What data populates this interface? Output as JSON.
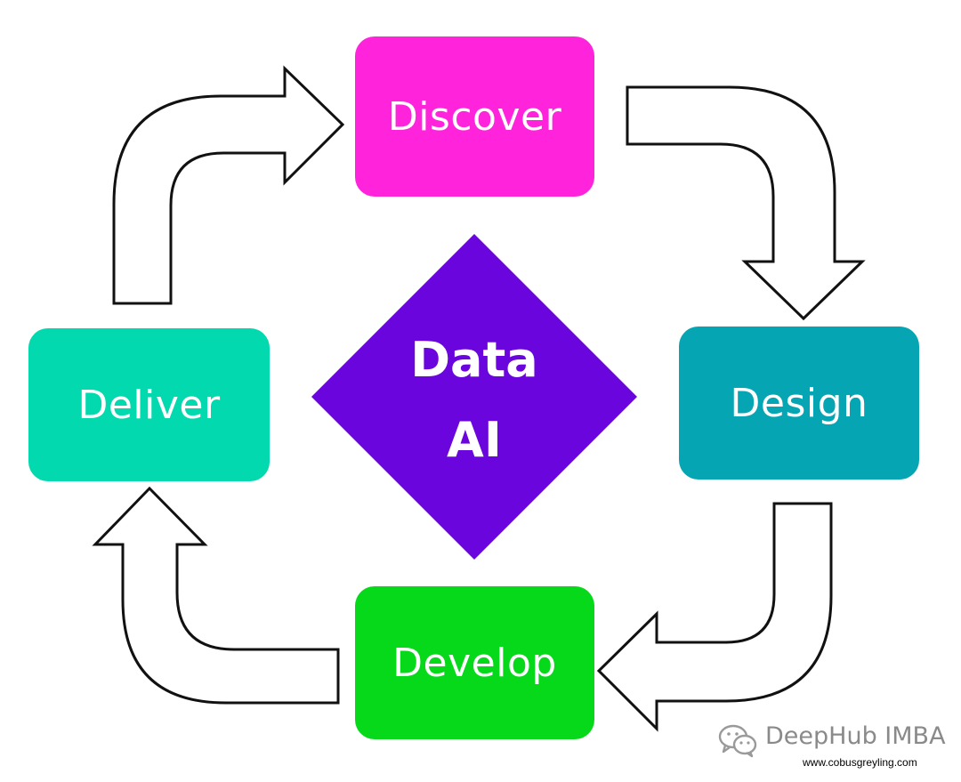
{
  "diagram": {
    "center": {
      "lines": [
        "Data",
        "AI"
      ],
      "color": "#6a05dd"
    },
    "stages": [
      {
        "id": "discover",
        "label": "Discover",
        "color": "#ff24dc"
      },
      {
        "id": "design",
        "label": "Design",
        "color": "#06a5b3"
      },
      {
        "id": "develop",
        "label": "Develop",
        "color": "#06d81a"
      },
      {
        "id": "deliver",
        "label": "Deliver",
        "color": "#03d9ae"
      }
    ],
    "flow": [
      "discover",
      "design",
      "develop",
      "deliver",
      "discover"
    ],
    "arrow_style": "outlined hollow curved arrows"
  },
  "watermark": {
    "title": "DeepHub IMBA",
    "url": "www.cobusgreyling.com",
    "icon": "wechat-icon"
  }
}
